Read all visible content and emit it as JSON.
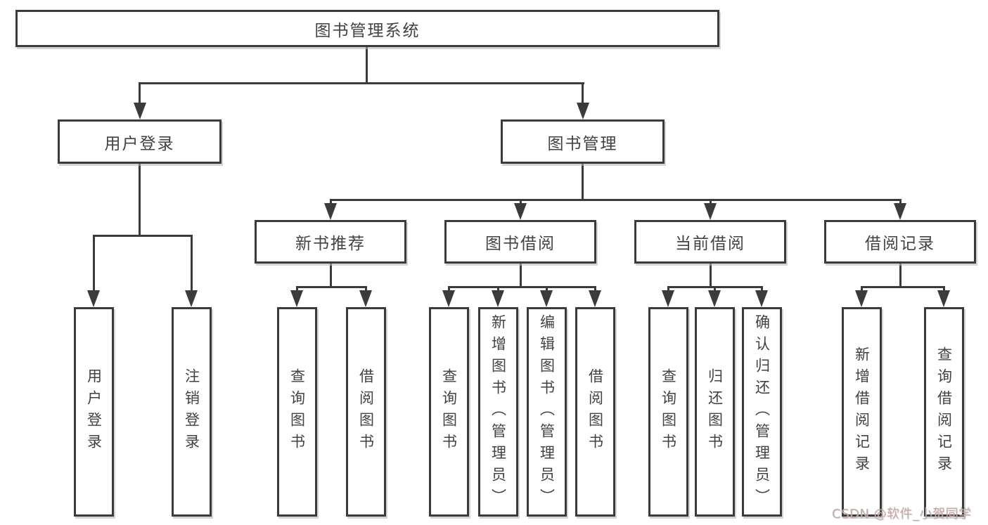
{
  "diagram": {
    "title": "图书管理系统",
    "branches": [
      {
        "label": "用户登录",
        "children": [
          "用户登录",
          "注销登录"
        ]
      },
      {
        "label": "图书管理",
        "children": [
          {
            "label": "新书推荐",
            "children": [
              "查询图书",
              "借阅图书"
            ]
          },
          {
            "label": "图书借阅",
            "children": [
              "查询图书",
              "新增图书（管理员）",
              "编辑图书（管理员）",
              "借阅图书"
            ]
          },
          {
            "label": "当前借阅",
            "children": [
              "查询图书",
              "归还图书",
              "确认归还（管理员）"
            ]
          },
          {
            "label": "借阅记录",
            "children": [
              "新增借阅记录",
              "查询借阅记录"
            ]
          }
        ]
      }
    ]
  },
  "watermark": {
    "text": "CSDN @软件_小贺同学"
  },
  "colors": {
    "line": "#3b3b3b",
    "text": "#424242",
    "background": "#ffffff",
    "watermark": "#b6aeae"
  }
}
